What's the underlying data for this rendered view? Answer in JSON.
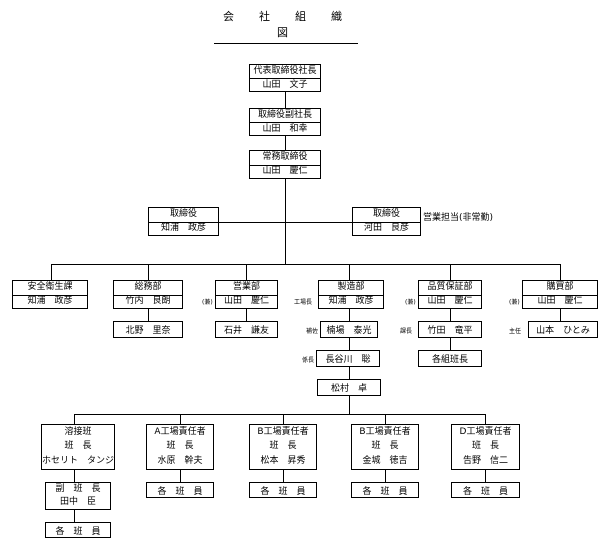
{
  "title": "会　社　組　織　図",
  "president": {
    "role": "代表取締役社長",
    "name": "山田　文子"
  },
  "vice_president": {
    "role": "取締役副社長",
    "name": "山田　和幸"
  },
  "managing_director": {
    "role": "常務取締役",
    "name": "山田　慶仁"
  },
  "director_left": {
    "role": "取締役",
    "name": "知浦　政彦"
  },
  "director_right": {
    "role": "取締役",
    "name": "河田　良彦",
    "note": "営業担当(非常勤)"
  },
  "departments": [
    {
      "role": "安全衛生課",
      "name": "知浦　政彦",
      "prefix": ""
    },
    {
      "role": "総務部",
      "name": "竹内　良朗",
      "prefix": "",
      "sub": "北野　里奈"
    },
    {
      "role": "営業部",
      "name": "山田　慶仁",
      "prefix": "(兼)",
      "sub": "石井　謙友"
    },
    {
      "role": "製造部",
      "name": "知浦　政彦",
      "prefix": "工場長"
    },
    {
      "role": "品質保証部",
      "name": "山田　慶仁",
      "prefix": "(兼)",
      "sub": "竹田　竜平",
      "sub_prefix": "課長",
      "sub2": "各組班長"
    },
    {
      "role": "購買部",
      "name": "山田　慶仁",
      "prefix": "(兼)",
      "sub": "山本　ひとみ",
      "sub_prefix": "主任"
    }
  ],
  "manufacturing": {
    "assistant_prefix": "補佐",
    "assistant": "楠場　泰光",
    "chief_prefix": "係長",
    "chief": "長谷川　聡",
    "staff": "松村　卓"
  },
  "teams": [
    {
      "head": "溶接班",
      "role": "班　長",
      "name": "ホセリト　タンジ",
      "sub_role": "副　班　長",
      "sub_name": "田中　臣",
      "members": "各　班　員"
    },
    {
      "head": "A工場責任者",
      "role": "班　長",
      "name": "水原　幹夫",
      "members": "各　班　員"
    },
    {
      "head": "B工場責任者",
      "role": "班　長",
      "name": "松本　昇秀",
      "members": "各　班　員"
    },
    {
      "head": "B工場責任者",
      "role": "班　長",
      "name": "金城　徳吉",
      "members": "各　班　員"
    },
    {
      "head": "D工場責任者",
      "role": "班　長",
      "name": "告野　信二",
      "members": "各　班　員"
    }
  ]
}
